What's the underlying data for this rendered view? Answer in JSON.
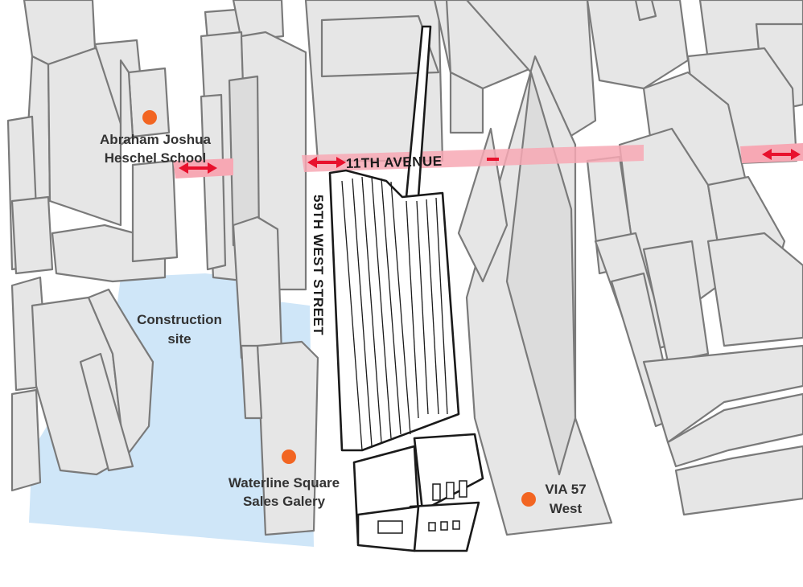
{
  "streets": {
    "avenue": "11TH AVENUE",
    "street": "59TH WEST STREET"
  },
  "places": {
    "school": [
      "Abraham Joshua",
      "Heschel School"
    ],
    "construction": [
      "Construction",
      "site"
    ],
    "gallery": [
      "Waterline Square",
      "Sales Galery"
    ],
    "via": [
      "VIA 57",
      "West"
    ]
  },
  "colors": {
    "road_highlight": "#f7a8b4",
    "road_arrow": "#e8112d",
    "construction_area": "#cfe6f8",
    "poi_marker": "#f26522",
    "building_fill": "#e6e6e6",
    "building_stroke": "#7a7a7a",
    "tower_stroke": "#1a1a1a"
  },
  "icons": {
    "poi": "orange-dot-marker",
    "direction": "double-headed-arrow"
  }
}
